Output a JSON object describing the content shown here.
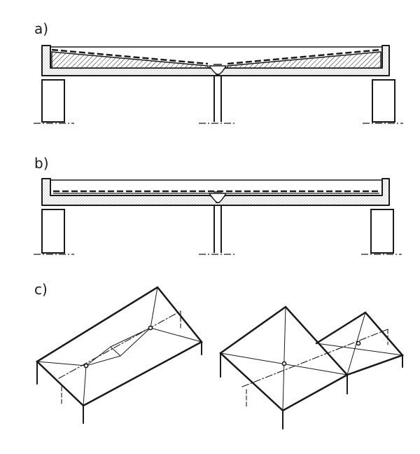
{
  "labels": {
    "a": "a)",
    "b": "b)",
    "c": "c)"
  },
  "colors": {
    "ink": "#1a1a1a",
    "stipple": "#666666",
    "background": "#ffffff"
  }
}
